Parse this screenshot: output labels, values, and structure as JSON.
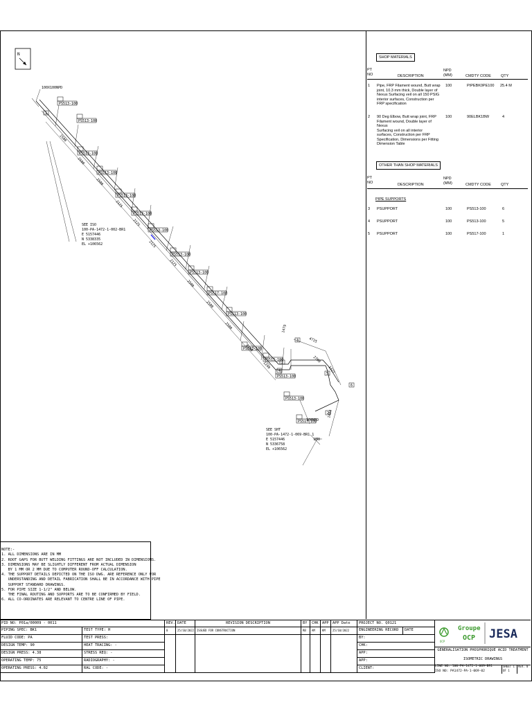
{
  "north": "N",
  "drawing": {
    "pipe_size_top": "100X100NPD",
    "pipe_size_bottom": "100NPD",
    "see_top": [
      "SEE ISO",
      "100-PA-1472-1-002-BR1",
      "E 5157446",
      "N 5338335",
      "EL +106562"
    ],
    "see_bottom": [
      "SEE SHT",
      "100-PA-1472-1-069-BR1  1",
      "E 5157446",
      "N 5336758",
      "EL +106562"
    ],
    "tags": [
      "PS513-100",
      "PS513-100",
      "PS513-100",
      "PS513-100",
      "PS513-100",
      "PS513-100",
      "PS513-100",
      "PS513-100",
      "PS513-100",
      "PS517-100",
      "PS513-100",
      "PS513-100",
      "PS513-100",
      "PS513-100",
      "PS513-100",
      "PS517-100"
    ],
    "dims": [
      "2500",
      "2500",
      "2500",
      "2125",
      "2125",
      "2125",
      "2125",
      "2500",
      "2500",
      "2500",
      "2500",
      "1240",
      "1479",
      "4725",
      "2700",
      "1327",
      "1404",
      "250"
    ],
    "cut_markers": [
      "1",
      "2",
      "3",
      "4",
      "5",
      "6",
      "2"
    ]
  },
  "shop": {
    "header": "SHOP MATERIALS",
    "col_pt": "PT NO",
    "col_desc": "DESCRIPTION",
    "col_npd": "NPD (MM)",
    "col_cmdty": "CMDTY CODE",
    "col_qty": "QTY",
    "rows": [
      {
        "pt": "1",
        "desc": [
          "Pipe, FRP Filament wound, Butt wrap",
          "joint, 10.3 mm thick, Double layer of",
          "Nexus Surfacing veil on all 150 PSIG",
          "interior surfaces, Construction per",
          "FRP specification"
        ],
        "npd": "100",
        "code": "PIPEBK0PE100",
        "qty": "25.4 M"
      },
      {
        "pt": "2",
        "desc": [
          "90 Deg Elbow, Butt wrap joint, FRP",
          "Filament wound, Double layer of Nexus",
          "Surfacing veil on all interior",
          "surfaces, Construction per FRP",
          "Specification, Dimensions per Fitting",
          "Dimension Table"
        ],
        "npd": "100",
        "code": "90ELBK1BW",
        "qty": "4"
      }
    ]
  },
  "other": {
    "header": "OTHER THAN SHOP MATERIALS",
    "col_pt": "PT NO",
    "col_desc": "DESCRIPTION",
    "col_npd": "NPD (MM)",
    "col_cmdty": "CMDTY CODE",
    "col_qty": "QTY",
    "section": "PIPE SUPPORTS",
    "rows": [
      {
        "pt": "3",
        "desc": "PSUPPORT",
        "npd": "100",
        "code": "PS513-100",
        "qty": "6"
      },
      {
        "pt": "4",
        "desc": "PSUPPORT",
        "npd": "100",
        "code": "PS513-100",
        "qty": "5"
      },
      {
        "pt": "5",
        "desc": "PSUPPORT",
        "npd": "100",
        "code": "PS517-100",
        "qty": "1"
      }
    ]
  },
  "notes": [
    "NOTE:-",
    "1. ALL DIMENSIONS ARE IN MM",
    "2. ROOT GAPS FOR BUTT WELDING FITTINGS ARE NOT INCLUDED IN DIMENSIONS.",
    "3. DIMENSIONS MAY BE SLIGHTLY DIFFERENT FROM ACTUAL DIMENSION",
    "   BY 1 MM OR 2 MM DUE TO COMPUTER ROUND-OFF CALCULATION.",
    "4. THE SUPPORT DETAILS DEPICTED ON THE ISO DWG. ARE REFERENCE ONLY FOR",
    "   UNDERSTANDING AND DETAIL FABRICATION SHALL BE IN ACCORDANCE WITH PIPE",
    "   SUPPORT STANDARD DRAWINGS.",
    "5. FOR PIPE SIZE 1-1/2\" AND BELOW.",
    "   THE FINAL ROUTING AND SUPPORTS ARE TO BE CONFIRMED BY FIELD.",
    "6. ALL CO-ORDINATES ARE RELEVANT TO CENTRE LINE OF PIPE."
  ],
  "titleblock": {
    "pid": "PID NO: P01a/00009  - 0011",
    "piping_spec": "PIPING SPEC: BK1",
    "fluid_code": "FLUID CODE: PA",
    "design_temp": "DESIGN TEMP: 90",
    "design_press": "DESIGN PRESS: 4.38",
    "operating_temp": "OPERATING TEMP: 75",
    "operating_press": "OPERATING PRESS: 4.02",
    "test_type": "TEST TYPE: H",
    "test_press": "TEST PRESS:",
    "heat_tracing": "HEAT TRACING: -",
    "stress_req": "STRESS REQ: -",
    "radiography": "RADIOGRAPHY: -",
    "ral_code": "RAL CODE: -",
    "rev_hdr": "REV.",
    "date_hdr": "DATE",
    "revdesc_hdr": "REVISION DESCRIPTION",
    "by_hdr": "BY",
    "chk_hdr": "CHK",
    "app_hdr": "APP",
    "appdate_hdr": "APP Date",
    "rev_row": {
      "rev": "0",
      "date": "25/10/2022",
      "desc": "ISSUED FOR CONSTRUCTION",
      "by": "RB",
      "chk": "AM",
      "app": "KM",
      "appdate": "25/10/2022"
    },
    "project": "PROJECT NO. Q0121",
    "eng_record": "ENGINEERING RECORD",
    "eng_date": "DATE",
    "by": "BY:",
    "chk": "CHK:",
    "app1": "APP:",
    "app2": "APP:",
    "client": "CLIENT:",
    "title1": "GENERALISATION PHOSPHORIQUE ACID TREATMENT",
    "title2": "ISOMETRIC DRAWINGS",
    "line_no": "LINE NO: 100-PA-1472-1-069-BR1",
    "iso_no": "ISO NO: PA1472-PA-1-069-02",
    "sheet": "SHEET 1 OF 1",
    "rev": "REV. 0",
    "logo_ocp": "OCP",
    "logo_groupe": "Groupe",
    "logo_jesa": "JESA"
  },
  "colors": {
    "ocp_green": "#3c9a2e",
    "jesa_navy": "#1a2a5a",
    "highlight_blue": "#3a3af0"
  }
}
